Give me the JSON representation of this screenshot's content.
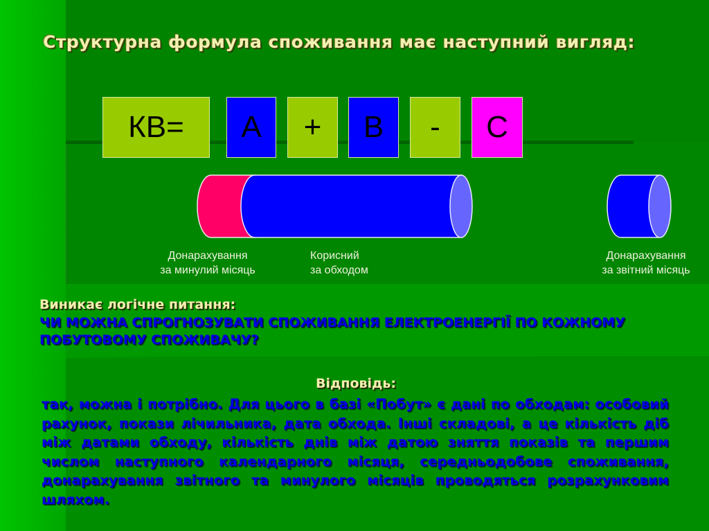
{
  "slide": {
    "title": "Структурна формула споживання має наступний вигляд:",
    "formula": {
      "boxes": [
        {
          "id": "kv",
          "text": "КВ=",
          "color": "#99cc00"
        },
        {
          "id": "a",
          "text": "А",
          "color": "#0000ff"
        },
        {
          "id": "plus",
          "text": "+",
          "color": "#99cc00"
        },
        {
          "id": "b",
          "text": "В",
          "color": "#0000ff"
        },
        {
          "id": "minus",
          "text": "-",
          "color": "#99cc00"
        },
        {
          "id": "c",
          "text": "С",
          "color": "#ff00ff"
        }
      ]
    },
    "cylinders": {
      "colors": {
        "previous_month": "#ff0066",
        "body": "#0000ff",
        "cap": "#6666ff",
        "outline": "#e8e8ff"
      },
      "labels": {
        "previous_month_line1": "Донарахування",
        "previous_month_line2": "за минулий місяць",
        "useful_line1": "Корисний",
        "useful_line2": "за обходом",
        "reporting_month_line1": "Донарахування",
        "reporting_month_line2": "за звітний місяць"
      }
    },
    "question": {
      "heading": "Виникає логічне питання:",
      "text": "ЧИ МОЖНА СПРОГНОЗУВАТИ СПОЖИВАННЯ ЕЛЕКТРОЕНЕРГІЇ ПО КОЖНОМУ ПОБУТОВОМУ СПОЖИВАЧУ?"
    },
    "answer": {
      "heading": "Відповідь:",
      "text": "так, можна і потрібно. Для цього в базі «Побут» є дані по обходам: особовий рахунок, покази лічильника, дата обхода. Інші складові, а це кількість діб між датами обходу, кількість днів між датою зняття показів та першим числом наступного календарного місяця, середньодобове  споживання, донарахування звітного та минулого місяців проводяться розрахунковим шляхом."
    }
  }
}
